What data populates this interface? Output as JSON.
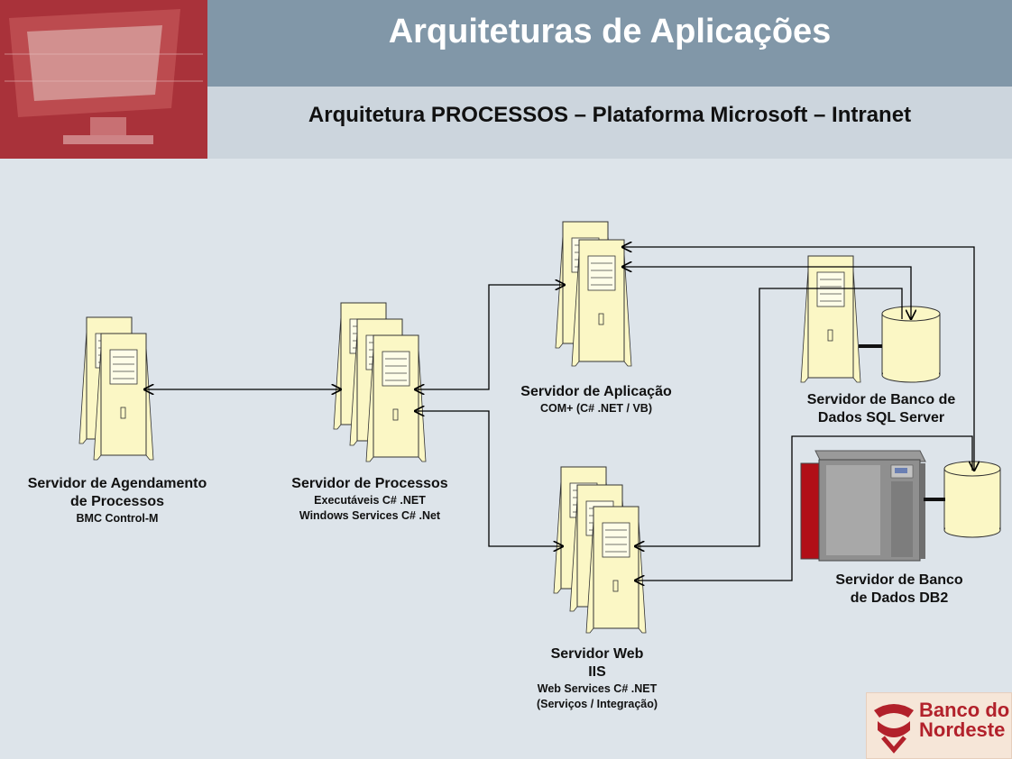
{
  "slide": {
    "title": "Arquiteturas de Aplicações",
    "subtitle": "Arquitetura PROCESSOS – Plataforma Microsoft – Intranet"
  },
  "nodes": {
    "agendamento": {
      "line1": "Servidor  de Agendamento",
      "line2": "de Processos",
      "line3": "BMC Control-M"
    },
    "processos": {
      "line1": "Servidor de Processos",
      "line2": "Executáveis C# .NET",
      "line3": "Windows Services C# .Net"
    },
    "aplicacao": {
      "line1": "Servidor de Aplicação",
      "line2": "COM+ (C# .NET / VB)"
    },
    "sqlserver": {
      "line1": "Servidor de Banco de",
      "line2": "Dados SQL Server"
    },
    "db2": {
      "line1": "Servidor de Banco",
      "line2": "de Dados DB2"
    },
    "web": {
      "line1": "Servidor Web",
      "line2": "IIS",
      "line3": "Web Services C# .NET",
      "line4": "(Serviços / Integração)"
    }
  },
  "logo": {
    "line1": "Banco do",
    "line2": "Nordeste"
  },
  "colors": {
    "server_fill": "#fbf7c5",
    "header": "#8197a8",
    "background": "#dde4ea",
    "brand_red": "#b2212b"
  }
}
